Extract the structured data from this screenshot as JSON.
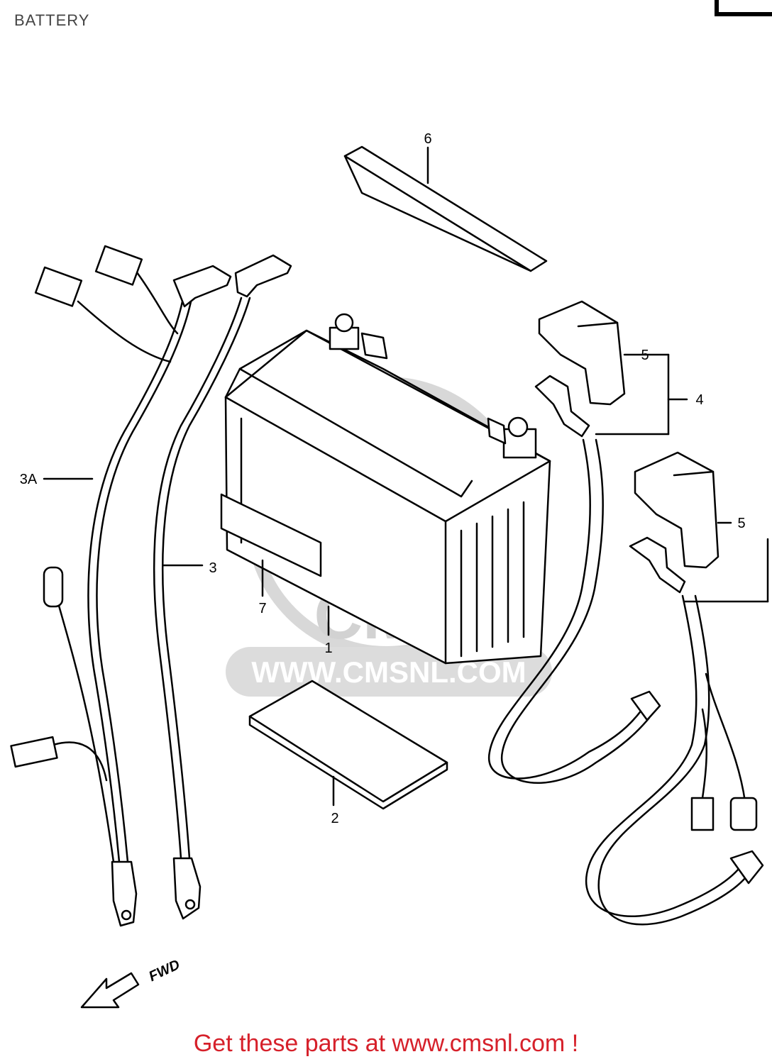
{
  "header": {
    "title": "BATTERY"
  },
  "diagram": {
    "callouts": {
      "c1": "1",
      "c2": "2",
      "c3": "3",
      "c3a": "3A",
      "c4": "4",
      "c5a": "5",
      "c5b": "5",
      "c6": "6",
      "c7": "7"
    },
    "direction_label": "FWD",
    "watermark": {
      "brand": "CMS",
      "url": "WWW.CMSNL.COM"
    }
  },
  "footer": {
    "link_text": "Get these parts at www.cmsnl.com !"
  },
  "colors": {
    "footer_text": "#d6202a",
    "watermark": "#d2d2d2",
    "line": "#000000"
  }
}
